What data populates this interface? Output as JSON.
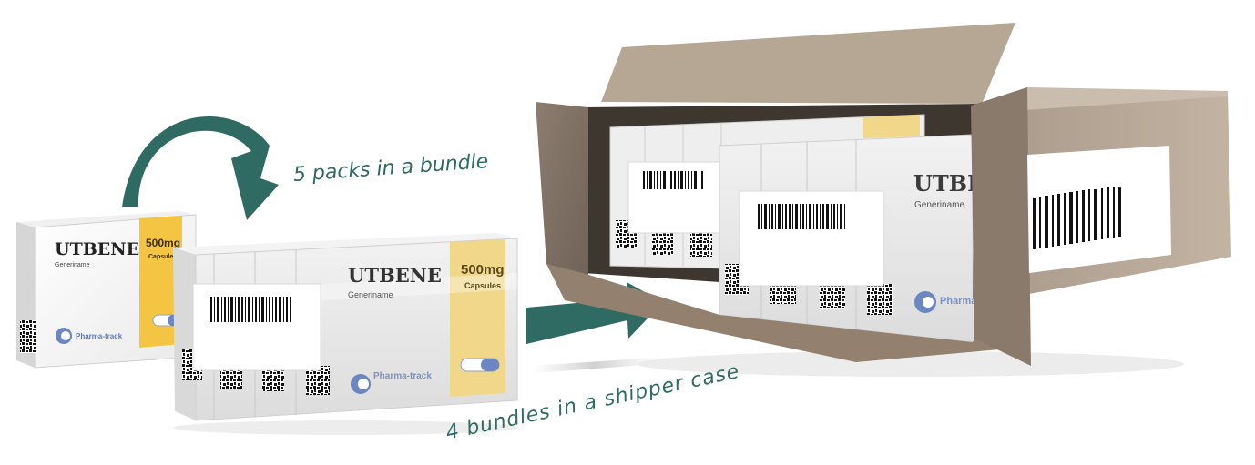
{
  "product": {
    "brand": "UTBENE",
    "generic_name": "Generiname",
    "strength": "500mg",
    "form": "Capsules",
    "maker": "Pharma-track"
  },
  "captions": {
    "packs_per_bundle": "5 packs in a bundle",
    "bundles_per_case": "4 bundles in a shipper case"
  },
  "colors": {
    "arrow": "#2f6b62",
    "label_yellow": "#f4c542",
    "cardboard": "#a39180",
    "caption": "#2f6b62"
  },
  "icons": [
    "curved-arrow-icon",
    "right-arrow-icon",
    "pill-icon",
    "datamatrix-icon",
    "barcode-icon",
    "pharma-track-logo-icon"
  ]
}
